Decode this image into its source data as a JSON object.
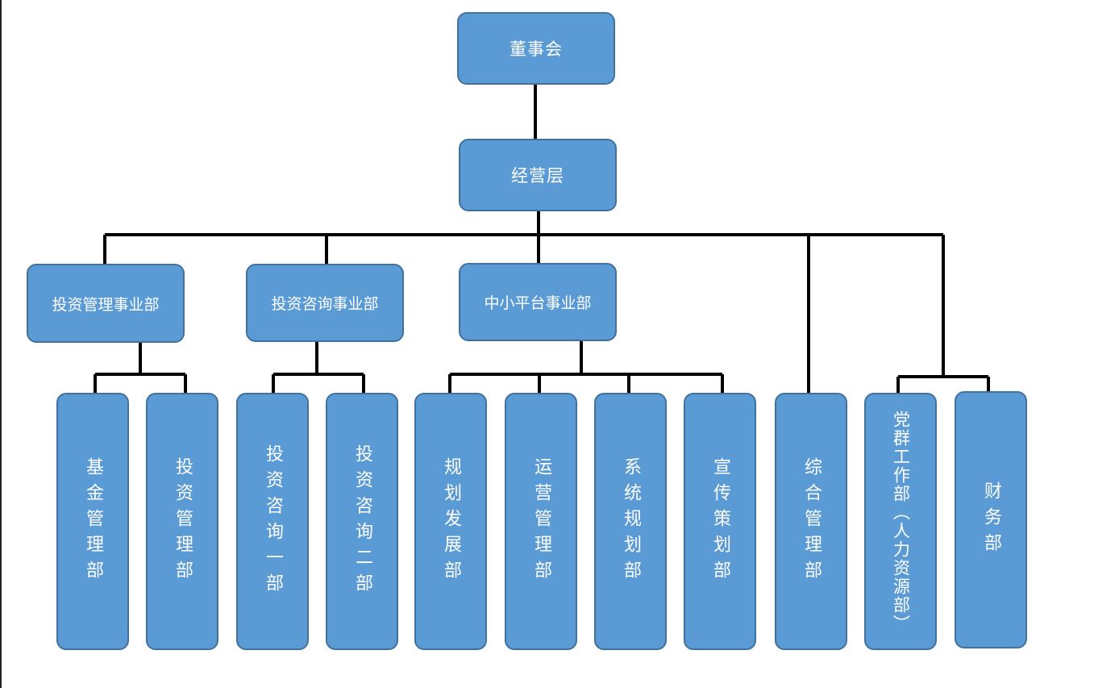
{
  "top": {
    "board": "董事会",
    "management": "经营层"
  },
  "divisions": [
    {
      "label": "投资管理事业部"
    },
    {
      "label": "投资咨询事业部"
    },
    {
      "label": "中小平台事业部"
    }
  ],
  "departments": [
    {
      "label": "基金管理部"
    },
    {
      "label": "投资管理部"
    },
    {
      "label": "投资咨询一部"
    },
    {
      "label": "投资咨询二部"
    },
    {
      "label": "规划发展部"
    },
    {
      "label": "运营管理部"
    },
    {
      "label": "系统规划部"
    },
    {
      "label": "宣传策划部"
    },
    {
      "label": "综合管理部"
    },
    {
      "label": "党群工作部（人力资源部）"
    },
    {
      "label": "财务部"
    }
  ],
  "colors": {
    "box_fill": "#5b9bd5",
    "box_border": "#41719c",
    "line": "#000000",
    "text": "#ffffff"
  }
}
